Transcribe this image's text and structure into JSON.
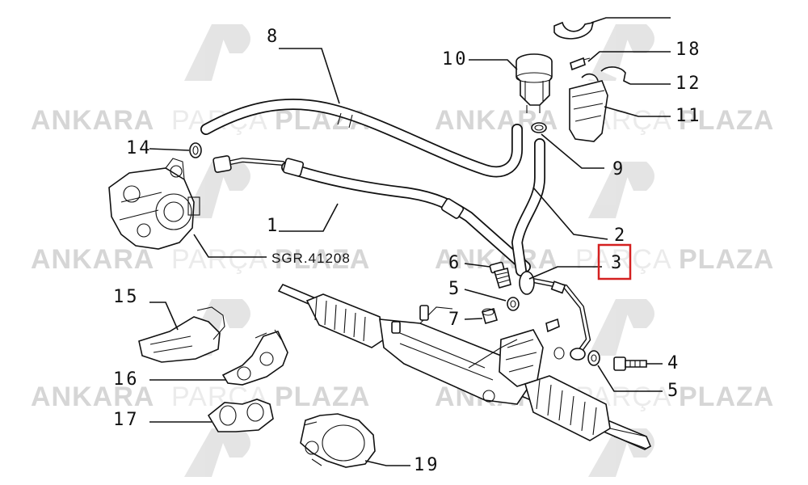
{
  "watermark": {
    "brand_left": "ANKARA",
    "brand_mid": "PARÇA",
    "brand_right": "PLAZA",
    "logo_color": "#d9d9d9",
    "text_color_light": "#e2e2e2",
    "text_color_dark": "#d3d3d3"
  },
  "diagram": {
    "reference_code": "SGR.41208",
    "highlight_color": "#d42020",
    "highlighted_part": "3",
    "callouts": {
      "p1": "1",
      "p2": "2",
      "p3": "3",
      "p4": "4",
      "p5_upper": "5",
      "p5_lower": "5",
      "p6": "6",
      "p7": "7",
      "p8": "8",
      "p9": "9",
      "p10": "10",
      "p11": "11",
      "p12": "12",
      "p14": "14",
      "p15": "15",
      "p16": "16",
      "p17": "17",
      "p18": "18",
      "p19": "19"
    }
  }
}
